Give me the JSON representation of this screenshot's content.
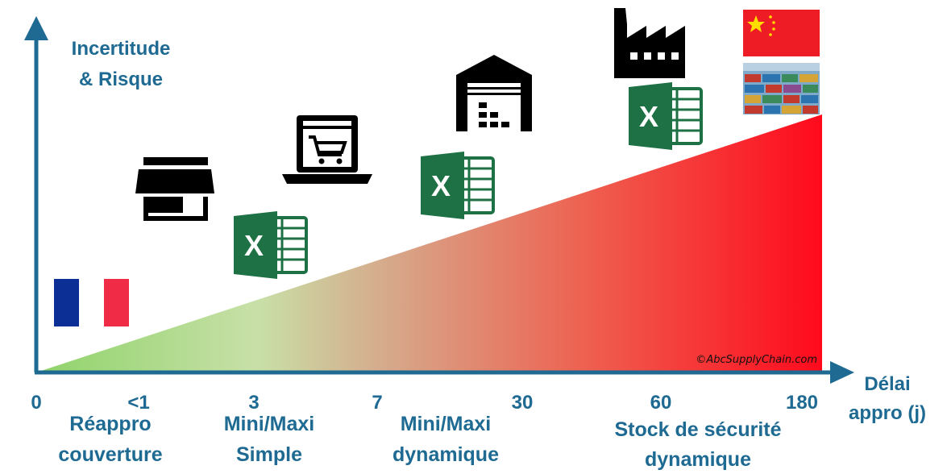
{
  "y_axis": {
    "line1": "Incertitude",
    "line2": "& Risque"
  },
  "x_axis": {
    "line1": "Délai",
    "line2": "appro (j)"
  },
  "ticks": [
    "0",
    "<1",
    "3",
    "7",
    "30",
    "60",
    "180"
  ],
  "strategies": [
    {
      "line1": "Réappro",
      "line2": "couverture"
    },
    {
      "line1": "Mini/Maxi",
      "line2": "Simple"
    },
    {
      "line1": "Mini/Maxi",
      "line2": "dynamique"
    },
    {
      "line1": "Stock de sécurité",
      "line2": "dynamique"
    }
  ],
  "credit": "©AbcSupplyChain.com",
  "icons": [
    "france-flag-icon",
    "store-icon",
    "excel-icon",
    "laptop-cart-icon",
    "warehouse-icon",
    "factory-icon",
    "china-flag-icon",
    "containers-icon"
  ],
  "colors": {
    "axis": "#1e6a92",
    "gradient_start": "#8fd36a",
    "gradient_mid": "#c8ac8a",
    "gradient_end": "#ff0a1c",
    "excel_green": "#1e7145"
  }
}
